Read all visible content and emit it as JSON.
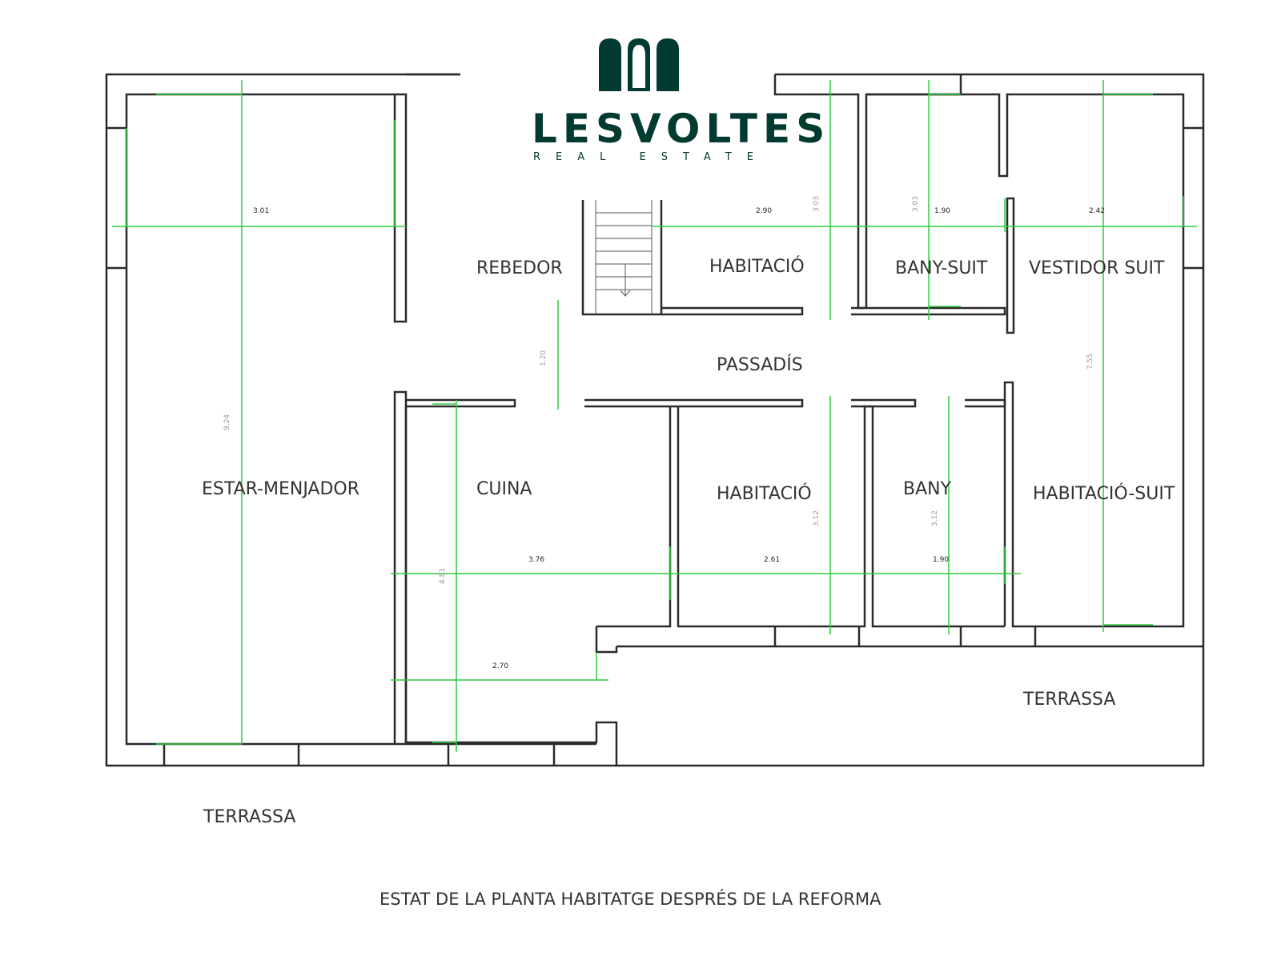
{
  "brand": {
    "name": "LESVOLTES",
    "tagline": "REAL ESTATE",
    "color": "#003a30"
  },
  "colors": {
    "wall": "#2a2a2a",
    "dimension_line": "#2ecc40"
  },
  "rooms": {
    "estar_menjador": "ESTAR-MENJADOR",
    "rebedor": "REBEDOR",
    "habitacio_top": "HABITACIÓ",
    "bany_suit": "BANY-SUIT",
    "vestidor_suit": "VESTIDOR SUIT",
    "passadis": "PASSADÍS",
    "cuina": "CUINA",
    "habitacio_bottom": "HABITACIÓ",
    "bany": "BANY",
    "habitacio_suit": "HABITACIÓ-SUIT",
    "terrassa_right": "TERRASSA",
    "terrassa_bottom": "TERRASSA"
  },
  "dimensions": {
    "estar_width": "3.01",
    "estar_length": "9.24",
    "habitacio_top_width": "2.90",
    "habitacio_top_depth": "3.03",
    "bany_suit_depth": "3.03",
    "bany_suit_width": "1.90",
    "vestidor_width": "2.42",
    "suit_length": "7.55",
    "passadis_width": "1.20",
    "cuina_width": "3.76",
    "cuina_length": "4.81",
    "habitacio_bottom_width": "2.61",
    "habitacio_bottom_depth": "3.12",
    "bany_width": "1.90",
    "bany_depth": "3.12",
    "terrassa_step": "2.70"
  },
  "caption": "ESTAT DE LA  PLANTA HABITATGE DESPRÉS DE LA REFORMA"
}
